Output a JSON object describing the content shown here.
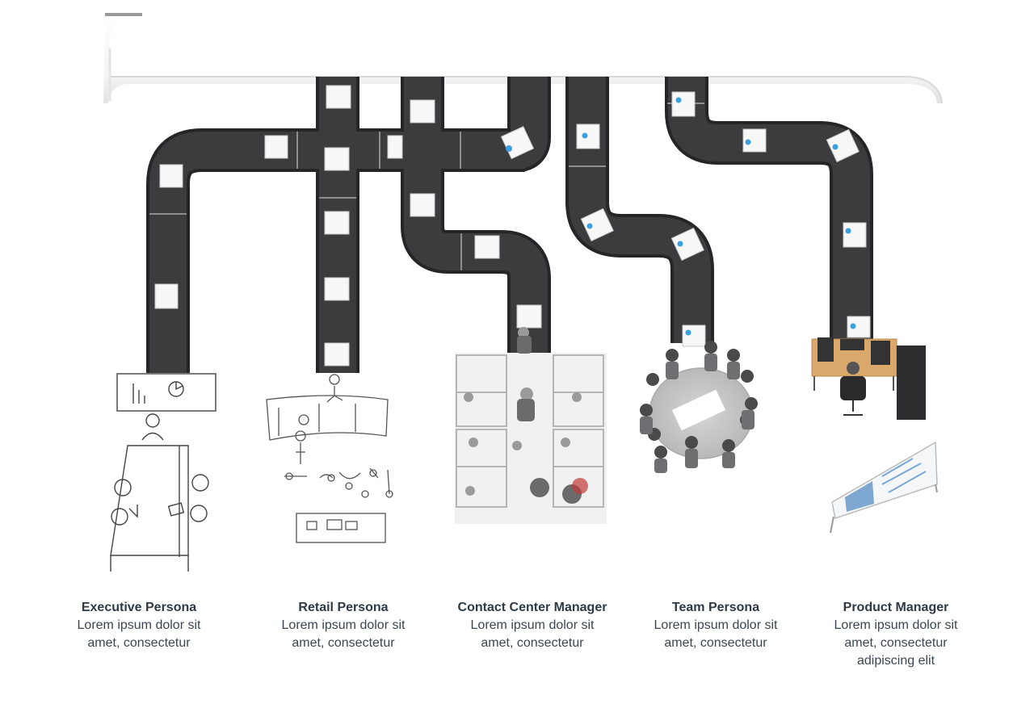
{
  "personas": [
    {
      "title": "Executive Persona",
      "line1": "Lorem ipsum dolor sit",
      "line2": "amet, consectetur",
      "line3": ""
    },
    {
      "title": "Retail Persona",
      "line1": "Lorem ipsum dolor sit",
      "line2": "amet, consectetur",
      "line3": ""
    },
    {
      "title": "Contact Center Manager",
      "line1": "Lorem ipsum dolor sit",
      "line2": "amet, consectetur",
      "line3": ""
    },
    {
      "title": "Team Persona",
      "line1": "Lorem ipsum dolor sit",
      "line2": "amet, consectetur",
      "line3": ""
    },
    {
      "title": "Product Manager",
      "line1": "Lorem ipsum dolor sit",
      "line2": "amet, consectetur",
      "line3": "adipiscing elit"
    }
  ],
  "colors": {
    "belt": "#3c3c3e",
    "belt_edge": "#262628",
    "text_dark": "#2f3a46",
    "desk_wood": "#d9a86a",
    "report_blue": "#3aa0e0"
  }
}
